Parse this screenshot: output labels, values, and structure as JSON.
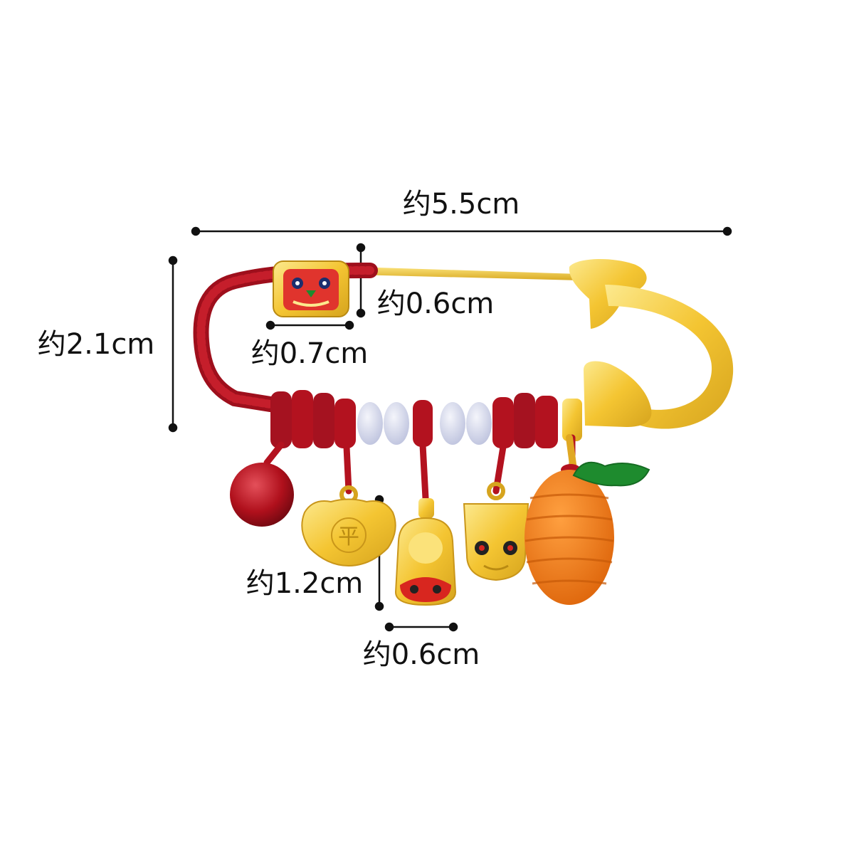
{
  "dimensions": {
    "overall_width": "约5.5cm",
    "overall_height": "约2.1cm",
    "top_charm_height": "约0.6cm",
    "top_charm_width": "约0.7cm",
    "pendant_height": "约1.2cm",
    "pendant_width": "约0.6cm"
  },
  "charm_glyph": "平",
  "colors": {
    "gold": "#F2C12E",
    "gold_light": "#FBE27A",
    "gold_dark": "#C9961A",
    "cord_red": "#B3121F",
    "cord_dark": "#7E0A14",
    "jade": "#D9DCEF",
    "agate": "#B0101C",
    "orange_knot": "#F07A12",
    "leaf_green": "#1E8B2E",
    "line": "#111111"
  },
  "icons": [
    "safety-pin",
    "tiger-head-bead",
    "agate-bead",
    "lock-charm",
    "tiger-shoe-charm",
    "tiger-bell-charm",
    "orange-knot",
    "jade-beads"
  ]
}
